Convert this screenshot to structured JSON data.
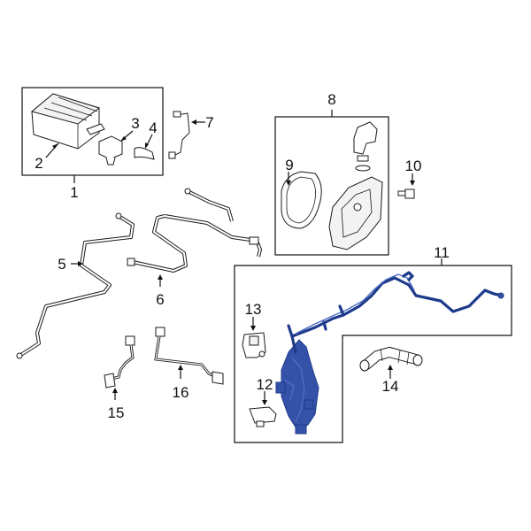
{
  "diagram": {
    "callouts": {
      "c1": "1",
      "c2": "2",
      "c3": "3",
      "c4": "4",
      "c5": "5",
      "c6": "6",
      "c7": "7",
      "c8": "8",
      "c9": "9",
      "c10": "10",
      "c11": "11",
      "c12": "12",
      "c13": "13",
      "c14": "14",
      "c15": "15",
      "c16": "16"
    },
    "colors": {
      "highlight": "#3452a8",
      "outline": "#1a1a1a",
      "background": "#ffffff"
    }
  }
}
